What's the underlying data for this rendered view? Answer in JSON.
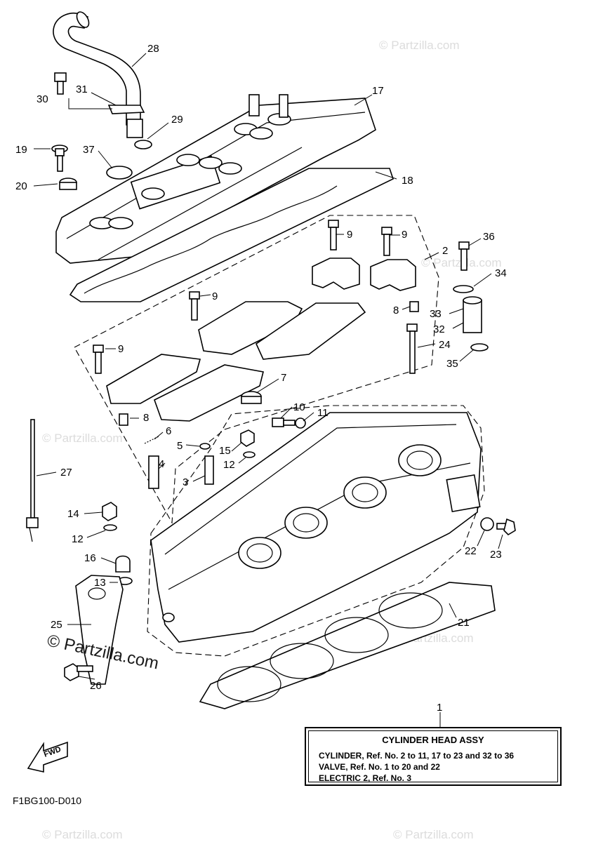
{
  "diagram": {
    "callouts": [
      "28",
      "30",
      "31",
      "17",
      "29",
      "19",
      "37",
      "18",
      "20",
      "9",
      "9",
      "2",
      "36",
      "9",
      "34",
      "8",
      "33",
      "32",
      "9",
      "24",
      "35",
      "7",
      "8",
      "10",
      "11",
      "6",
      "5",
      "15",
      "12",
      "4",
      "3",
      "27",
      "14",
      "12",
      "16",
      "13",
      "22",
      "23",
      "21",
      "25",
      "26",
      "1"
    ]
  },
  "legend": {
    "title": "CYLINDER HEAD ASSY",
    "lines": [
      "CYLINDER, Ref. No. 2 to 11, 17 to 23 and 32 to 36",
      "VALVE, Ref. No. 1 to 20 and 22",
      "ELECTRIC 2,  Ref. No. 3"
    ]
  },
  "drawing_code": "F1BG100-D010",
  "fwd_label": "FWD",
  "watermark": {
    "main": "© Partzilla.com",
    "faint": "© Partzilla.com"
  },
  "colors": {
    "line": "#000000",
    "background": "#ffffff",
    "watermark": "#dcdcdc"
  }
}
